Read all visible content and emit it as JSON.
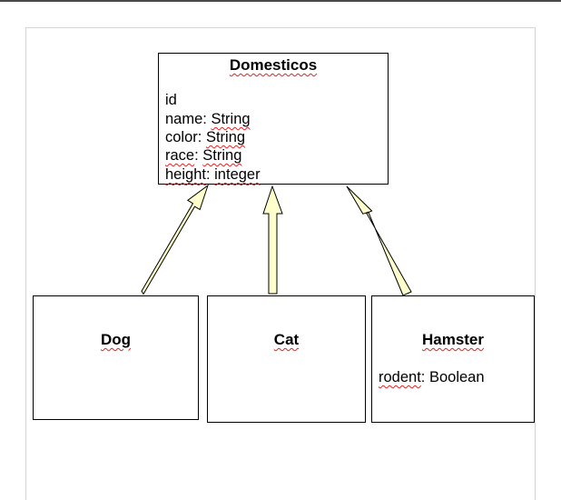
{
  "diagram": {
    "parent": {
      "title": "Domesticos",
      "attributes": [
        {
          "name": "id",
          "type": ""
        },
        {
          "name": "name",
          "type": "String"
        },
        {
          "name": "color",
          "type": "String"
        },
        {
          "name": "race",
          "type": "String"
        },
        {
          "name": "height",
          "type": "integer"
        }
      ]
    },
    "children": [
      {
        "title": "Dog",
        "attributes": []
      },
      {
        "title": "Cat",
        "attributes": []
      },
      {
        "title": "Hamster",
        "attributes": [
          {
            "name": "rodent",
            "type": "Boolean"
          }
        ]
      }
    ],
    "relations": [
      {
        "from": "Dog",
        "to": "Domesticos",
        "kind": "inheritance"
      },
      {
        "from": "Cat",
        "to": "Domesticos",
        "kind": "inheritance"
      },
      {
        "from": "Hamster",
        "to": "Domesticos",
        "kind": "inheritance"
      }
    ],
    "colors": {
      "arrow_fill": "#ffffcc",
      "border": "#000000",
      "spellcheck_underline": "#e52222",
      "top_bar": "#4a4a4a"
    }
  }
}
